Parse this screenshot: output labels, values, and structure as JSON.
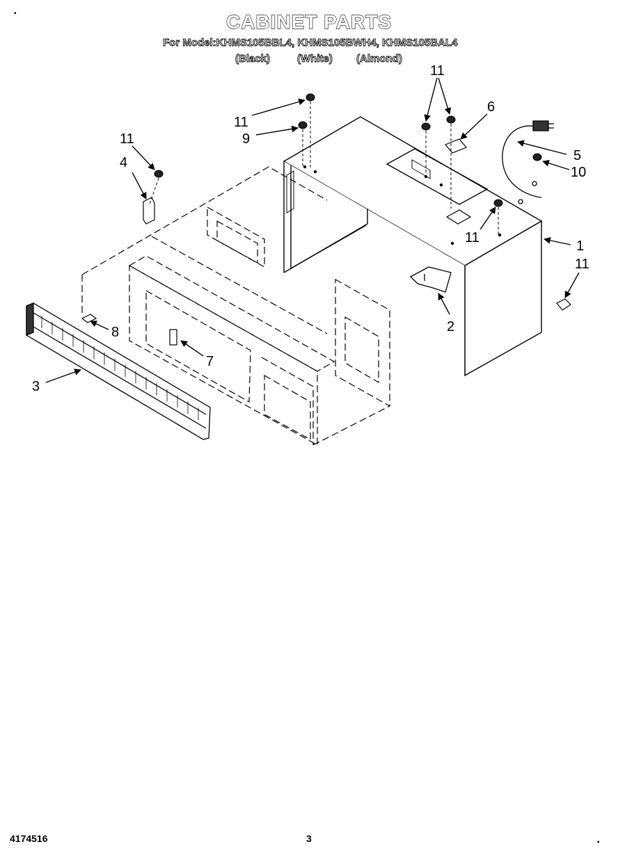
{
  "header": {
    "title": "CABINET PARTS",
    "models": "For Model:KHMS105BBL4, KHMS105BWH4, KHMS105BAL4",
    "color_black": "(Black)",
    "color_white": "(White)",
    "color_almond": "(Almond)"
  },
  "callouts": [
    "11",
    "4",
    "11",
    "9",
    "11",
    "6",
    "5",
    "10",
    "11",
    "1",
    "11",
    "2",
    "8",
    "7",
    "3"
  ],
  "footer": {
    "doc_number": "4174516",
    "page_number": "3"
  }
}
